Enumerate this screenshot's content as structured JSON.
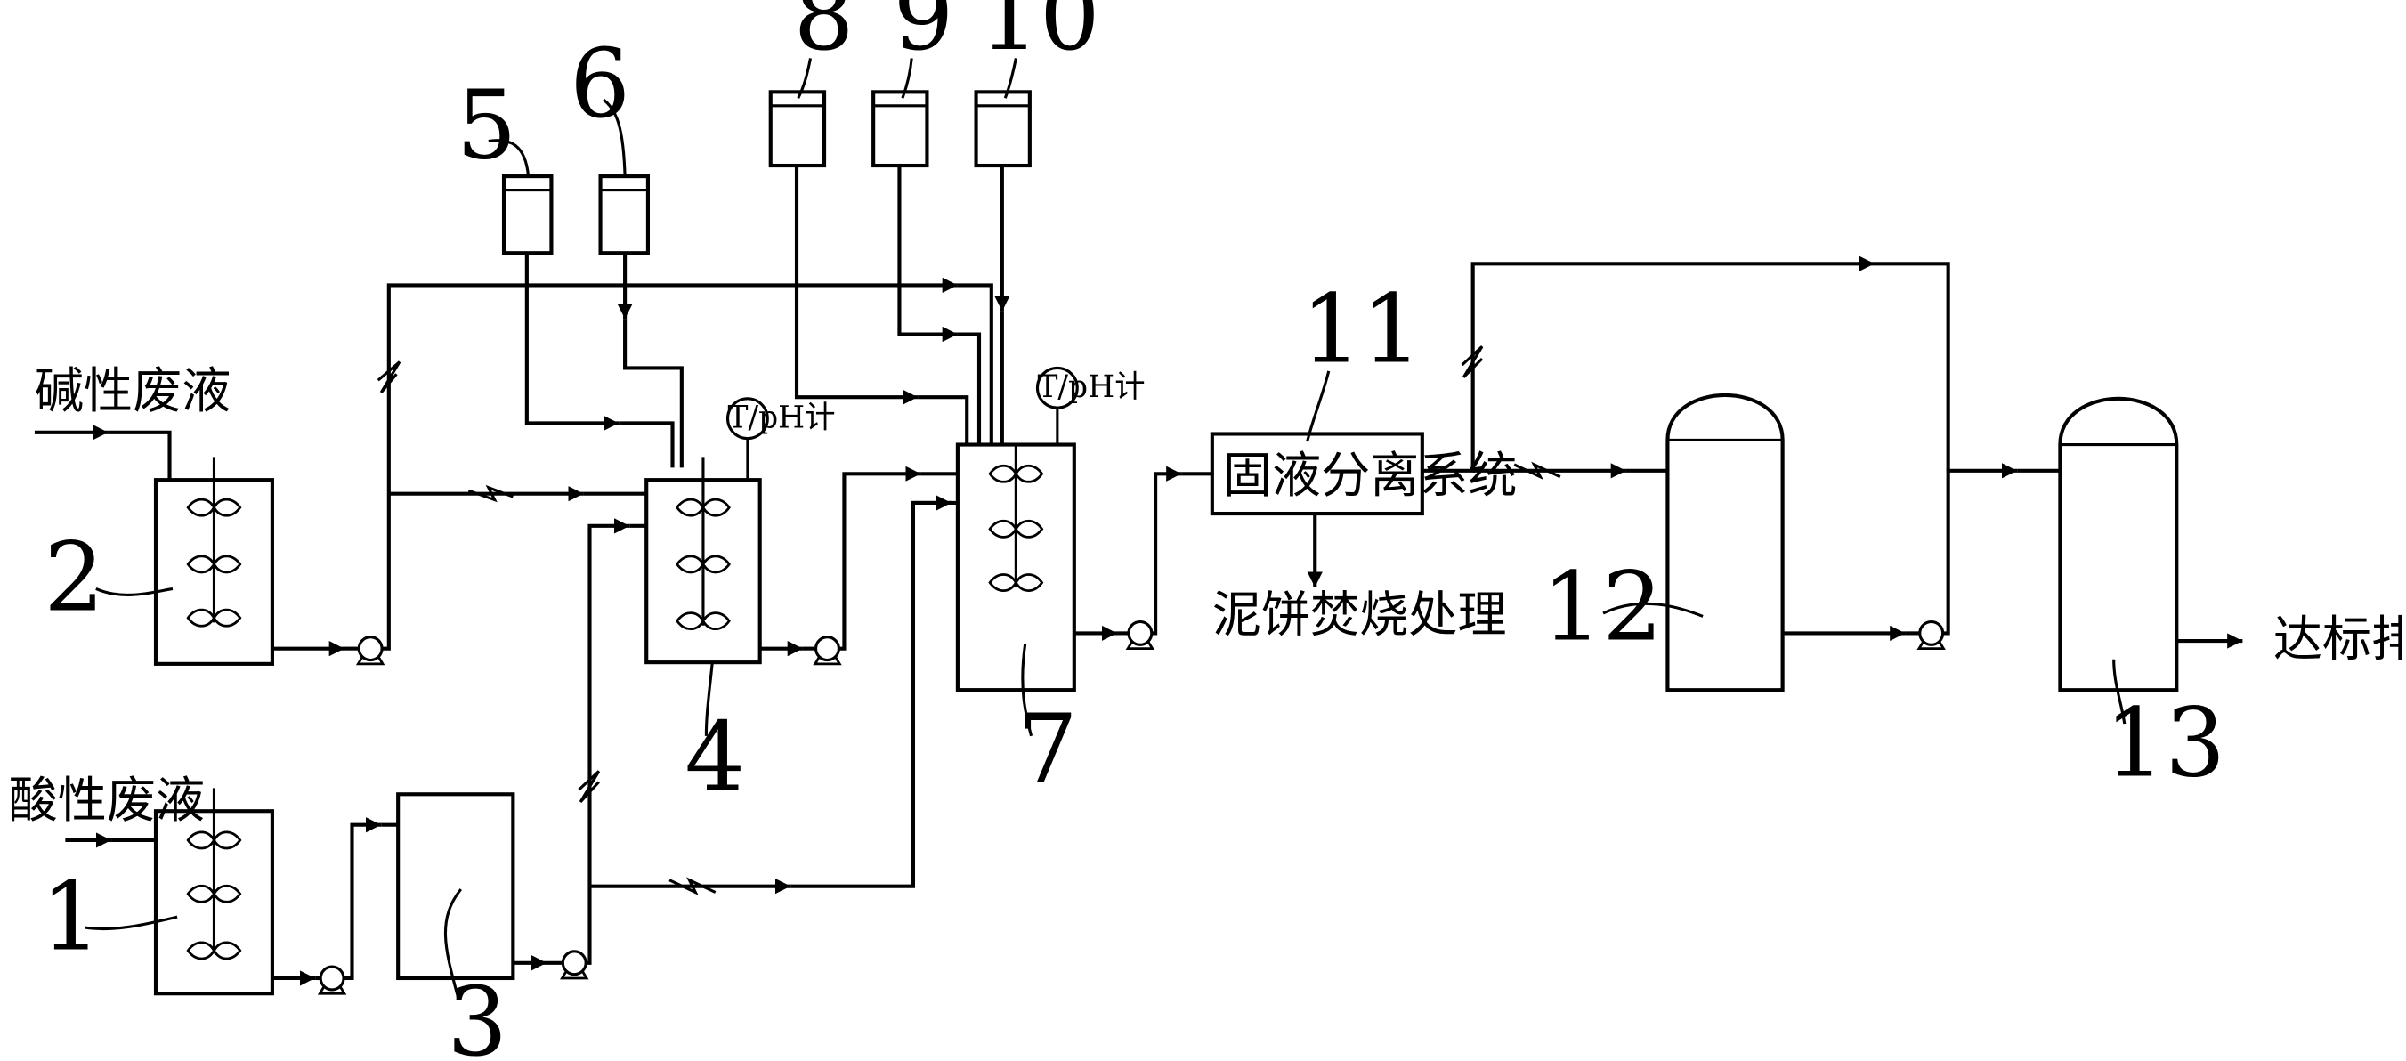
{
  "labels": {
    "alkaline_waste": "碱性废液",
    "acidic_waste": "酸性废液",
    "sludge_cake": "泥饼焚烧处理",
    "discharge": "达标排放",
    "separation_system": "固液分离系统",
    "meter_tank4": "T/pH计",
    "meter_tank7": "T/pH计"
  },
  "numbers": {
    "n1": "1",
    "n2": "2",
    "n3": "3",
    "n4": "4",
    "n5": "5",
    "n6": "6",
    "n7": "7",
    "n8": "8",
    "n9": "9",
    "n10": "10",
    "n11": "11",
    "n12": "12",
    "n13": "13"
  }
}
